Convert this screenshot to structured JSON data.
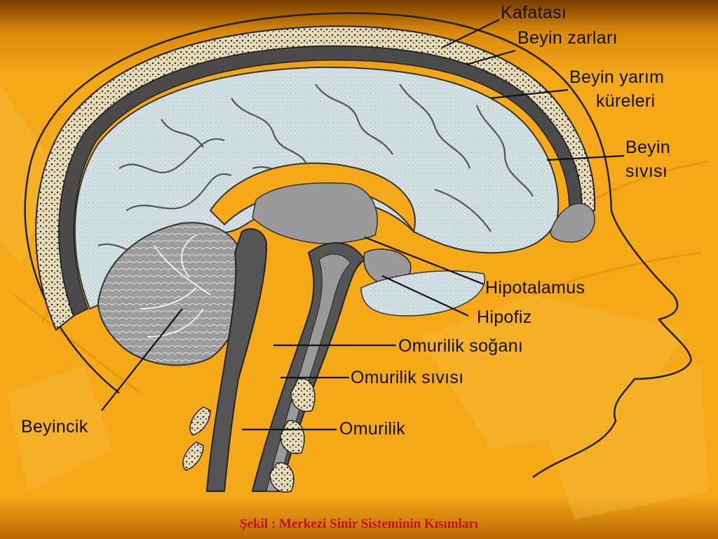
{
  "labels": {
    "kafatasi": "Kafatası",
    "beyin_zarlari": "Beyin zarları",
    "beyin_yarim_line1": "Beyin yarım",
    "beyin_yarim_line2": "küreleri",
    "beyin_sivisi_line1": "Beyin",
    "beyin_sivisi_line2": "sıvısı",
    "hipotalamus": "Hipotalamus",
    "hipofiz": "Hipofiz",
    "omurilik_sogani": "Omurilik soğanı",
    "omurilik_sivisi": "Omurilik sıvısı",
    "omurilik": "Omurilik",
    "beyincik": "Beyincik"
  },
  "caption": "Şekil : Merkezi Sinir Sisteminin Kısımları",
  "colors": {
    "background_top": "#7a3c00",
    "background_main": "#f5a818",
    "brain_tissue": "#cfdde0",
    "gray_matter": "#9a9a9a",
    "dark_tissue": "#555555",
    "caption": "#c8102e"
  }
}
